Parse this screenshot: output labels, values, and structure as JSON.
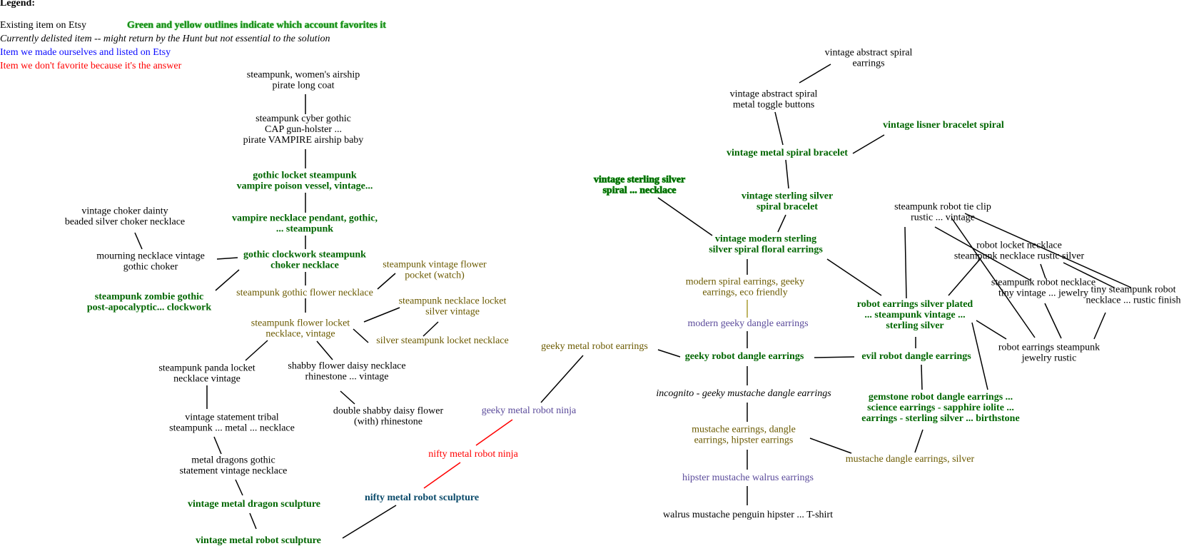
{
  "legend": {
    "title": "Legend:",
    "existing": "Existing item on Etsy",
    "delisted": "Currently delisted item -- might return by the Hunt but not essential to the solution",
    "made": "Item we made ourselves and listed on Etsy",
    "answer": "Item we don't favorite because it's the answer",
    "outline_note": "Green and yellow outlines indicate which account favorites it"
  },
  "colors": {
    "black": "#000000",
    "green": "#006600",
    "bright_green": "#1a9c1a",
    "olive": "#6b5a00",
    "purple": "#5a4a9a",
    "teal": "#0a4a6a",
    "red": "#ff0000",
    "blue": "#0a0aff"
  },
  "nodes": [
    {
      "id": "airship-coat",
      "lines": [
        "steampunk, women's airship",
        "pirate long coat"
      ],
      "style": "black"
    },
    {
      "id": "gun-holster",
      "lines": [
        "steampunk cyber gothic",
        "CAP gun-holster ...",
        "pirate VAMPIRE airship baby"
      ],
      "style": "black"
    },
    {
      "id": "gothic-locket",
      "lines": [
        "gothic locket steampunk",
        "vampire poison vessel, vintage..."
      ],
      "style": "green"
    },
    {
      "id": "vampire-necklace",
      "lines": [
        "vampire necklace pendant, gothic,",
        "... steampunk"
      ],
      "style": "green"
    },
    {
      "id": "choker-dainty",
      "lines": [
        "vintage choker dainty",
        "beaded silver choker necklace"
      ],
      "style": "black"
    },
    {
      "id": "mourning-necklace",
      "lines": [
        "mourning necklace vintage",
        "gothic choker"
      ],
      "style": "black"
    },
    {
      "id": "clockwork-choker",
      "lines": [
        "gothic clockwork steampunk",
        "choker necklace"
      ],
      "style": "green"
    },
    {
      "id": "zombie-gothic",
      "lines": [
        "steampunk zombie gothic",
        "post-apocalyptic... clockwork"
      ],
      "style": "green"
    },
    {
      "id": "vintage-flower-pocket",
      "lines": [
        "steampunk vintage flower",
        "pocket (watch)"
      ],
      "style": "olive"
    },
    {
      "id": "gothic-flower-necklace",
      "lines": [
        "steampunk gothic flower necklace"
      ],
      "style": "olive"
    },
    {
      "id": "necklace-locket-silver",
      "lines": [
        "steampunk necklace locket",
        "silver vintage"
      ],
      "style": "olive"
    },
    {
      "id": "flower-locket",
      "lines": [
        "steampunk flower locket",
        "necklace, vintage"
      ],
      "style": "olive"
    },
    {
      "id": "silver-locket",
      "lines": [
        "silver steampunk locket necklace"
      ],
      "style": "olive"
    },
    {
      "id": "panda-locket",
      "lines": [
        "steampunk panda locket",
        "necklace vintage"
      ],
      "style": "black"
    },
    {
      "id": "shabby-daisy",
      "lines": [
        "shabby flower daisy necklace",
        "rhinestone ... vintage"
      ],
      "style": "black"
    },
    {
      "id": "double-daisy",
      "lines": [
        "double shabby daisy flower",
        "(with) rhinestone"
      ],
      "style": "black"
    },
    {
      "id": "tribal-necklace",
      "lines": [
        "vintage statement tribal",
        "steampunk ... metal ... necklace"
      ],
      "style": "black"
    },
    {
      "id": "metal-dragons",
      "lines": [
        "metal dragons gothic",
        "statement vintage necklace"
      ],
      "style": "black"
    },
    {
      "id": "dragon-sculpture",
      "lines": [
        "vintage metal dragon sculpture"
      ],
      "style": "green"
    },
    {
      "id": "robot-sculpture",
      "lines": [
        "vintage metal robot sculpture"
      ],
      "style": "green"
    },
    {
      "id": "nifty-sculpture",
      "lines": [
        "nifty metal robot sculpture"
      ],
      "style": "teal"
    },
    {
      "id": "nifty-ninja",
      "lines": [
        "nifty metal robot ninja"
      ],
      "style": "red"
    },
    {
      "id": "geeky-ninja",
      "lines": [
        "geeky metal robot ninja"
      ],
      "style": "purple"
    },
    {
      "id": "geeky-robot-earrings",
      "lines": [
        "geeky metal robot earrings"
      ],
      "style": "olive"
    },
    {
      "id": "spiral-earrings-abstract",
      "lines": [
        "vintage abstract spiral",
        "earrings"
      ],
      "style": "black"
    },
    {
      "id": "toggle-buttons",
      "lines": [
        "vintage abstract spiral",
        "metal toggle buttons"
      ],
      "style": "black"
    },
    {
      "id": "lisner-bracelet",
      "lines": [
        "vintage lisner bracelet spiral"
      ],
      "style": "green"
    },
    {
      "id": "metal-spiral-bracelet",
      "lines": [
        "vintage metal spiral bracelet"
      ],
      "style": "green"
    },
    {
      "id": "sterling-spiral-necklace",
      "lines": [
        "vintage sterling silver",
        "spiral ... necklace"
      ],
      "style": "bright"
    },
    {
      "id": "sterling-spiral-bracelet",
      "lines": [
        "vintage sterling silver",
        "spiral bracelet"
      ],
      "style": "green"
    },
    {
      "id": "floral-earrings",
      "lines": [
        "vintage modern sterling",
        "silver spiral floral earrings"
      ],
      "style": "green"
    },
    {
      "id": "modern-spiral-earrings",
      "lines": [
        "modern spiral earrings, geeky",
        "earrings, eco friendly"
      ],
      "style": "olive"
    },
    {
      "id": "modern-geeky-dangle",
      "lines": [
        "modern geeky dangle earrings"
      ],
      "style": "purple"
    },
    {
      "id": "geeky-robot-dangle",
      "lines": [
        "geeky robot dangle earrings"
      ],
      "style": "green"
    },
    {
      "id": "incognito",
      "lines": [
        "incognito - geeky mustache dangle earrings"
      ],
      "style": "italic"
    },
    {
      "id": "mustache-hipster",
      "lines": [
        "mustache earrings, dangle",
        "earrings, hipster earrings"
      ],
      "style": "olive"
    },
    {
      "id": "mustache-silver",
      "lines": [
        "mustache dangle earrings, silver"
      ],
      "style": "olive"
    },
    {
      "id": "walrus-earrings",
      "lines": [
        "hipster mustache walrus earrings"
      ],
      "style": "purple"
    },
    {
      "id": "walrus-tshirt",
      "lines": [
        "walrus mustache penguin hipster ... T-shirt"
      ],
      "style": "black"
    },
    {
      "id": "robot-tie-clip",
      "lines": [
        "steampunk robot tie clip",
        "rustic ... vintage"
      ],
      "style": "black"
    },
    {
      "id": "robot-locket",
      "lines": [
        "robot locket necklace",
        "steampunk necklace rustic silver"
      ],
      "style": "black"
    },
    {
      "id": "robot-necklace-tiny",
      "lines": [
        "steampunk robot necklace",
        "tiny vintage ... jewelry"
      ],
      "style": "black"
    },
    {
      "id": "tiny-robot-necklace",
      "lines": [
        "tiny steampunk robot",
        "necklace ... rustic finish"
      ],
      "style": "black"
    },
    {
      "id": "robot-earrings-silver",
      "lines": [
        "robot earrings silver plated",
        "... steampunk vintage ...",
        "sterling silver"
      ],
      "style": "green"
    },
    {
      "id": "robot-earrings-jewelry",
      "lines": [
        "robot earrings steampunk",
        "jewelry rustic"
      ],
      "style": "black"
    },
    {
      "id": "evil-robot",
      "lines": [
        "evil robot dangle earrings"
      ],
      "style": "green"
    },
    {
      "id": "gemstone-robot",
      "lines": [
        "gemstone robot dangle earrings ...",
        "science earrings - sapphire iolite ...",
        "earrings - sterling silver ... birthstone"
      ],
      "style": "green"
    }
  ],
  "edges": [
    [
      "airship-coat",
      "gun-holster"
    ],
    [
      "gun-holster",
      "gothic-locket"
    ],
    [
      "gothic-locket",
      "vampire-necklace"
    ],
    [
      "vampire-necklace",
      "clockwork-choker"
    ],
    [
      "choker-dainty",
      "mourning-necklace"
    ],
    [
      "mourning-necklace",
      "clockwork-choker"
    ],
    [
      "clockwork-choker",
      "zombie-gothic"
    ],
    [
      "clockwork-choker",
      "gothic-flower-necklace"
    ],
    [
      "vintage-flower-pocket",
      "gothic-flower-necklace"
    ],
    [
      "gothic-flower-necklace",
      "flower-locket"
    ],
    [
      "flower-locket",
      "necklace-locket-silver"
    ],
    [
      "necklace-locket-silver",
      "silver-locket"
    ],
    [
      "flower-locket",
      "silver-locket"
    ],
    [
      "flower-locket",
      "panda-locket"
    ],
    [
      "flower-locket",
      "shabby-daisy"
    ],
    [
      "shabby-daisy",
      "double-daisy"
    ],
    [
      "panda-locket",
      "tribal-necklace"
    ],
    [
      "tribal-necklace",
      "metal-dragons"
    ],
    [
      "metal-dragons",
      "dragon-sculpture"
    ],
    [
      "dragon-sculpture",
      "robot-sculpture"
    ],
    [
      "robot-sculpture",
      "nifty-sculpture"
    ],
    [
      "nifty-sculpture",
      "nifty-ninja"
    ],
    [
      "nifty-ninja",
      "geeky-ninja"
    ],
    [
      "geeky-ninja",
      "geeky-robot-earrings"
    ],
    [
      "geeky-robot-earrings",
      "geeky-robot-dangle"
    ],
    [
      "spiral-earrings-abstract",
      "toggle-buttons"
    ],
    [
      "toggle-buttons",
      "metal-spiral-bracelet"
    ],
    [
      "lisner-bracelet",
      "metal-spiral-bracelet"
    ],
    [
      "metal-spiral-bracelet",
      "sterling-spiral-bracelet"
    ],
    [
      "sterling-spiral-bracelet",
      "floral-earrings"
    ],
    [
      "sterling-spiral-necklace",
      "floral-earrings"
    ],
    [
      "floral-earrings",
      "modern-spiral-earrings"
    ],
    [
      "floral-earrings",
      "robot-earrings-silver"
    ],
    [
      "modern-spiral-earrings",
      "modern-geeky-dangle"
    ],
    [
      "modern-geeky-dangle",
      "geeky-robot-dangle"
    ],
    [
      "geeky-robot-dangle",
      "evil-robot"
    ],
    [
      "geeky-robot-dangle",
      "incognito"
    ],
    [
      "incognito",
      "mustache-hipster"
    ],
    [
      "mustache-hipster",
      "mustache-silver"
    ],
    [
      "mustache-hipster",
      "walrus-earrings"
    ],
    [
      "walrus-earrings",
      "walrus-tshirt"
    ],
    [
      "gemstone-robot",
      "mustache-silver"
    ],
    [
      "evil-robot",
      "gemstone-robot"
    ],
    [
      "robot-earrings-silver",
      "evil-robot"
    ],
    [
      "robot-tie-clip",
      "robot-earrings-silver"
    ],
    [
      "robot-tie-clip",
      "robot-necklace-tiny"
    ],
    [
      "robot-tie-clip",
      "robot-earrings-jewelry"
    ],
    [
      "robot-tie-clip",
      "tiny-robot-necklace"
    ],
    [
      "robot-locket",
      "robot-earrings-silver"
    ],
    [
      "robot-locket",
      "robot-necklace-tiny"
    ],
    [
      "robot-locket",
      "tiny-robot-necklace"
    ],
    [
      "robot-necklace-tiny",
      "robot-earrings-jewelry"
    ],
    [
      "robot-earrings-silver",
      "robot-earrings-jewelry"
    ],
    [
      "robot-earrings-silver",
      "gemstone-robot"
    ],
    [
      "tiny-robot-necklace",
      "robot-earrings-jewelry"
    ]
  ]
}
